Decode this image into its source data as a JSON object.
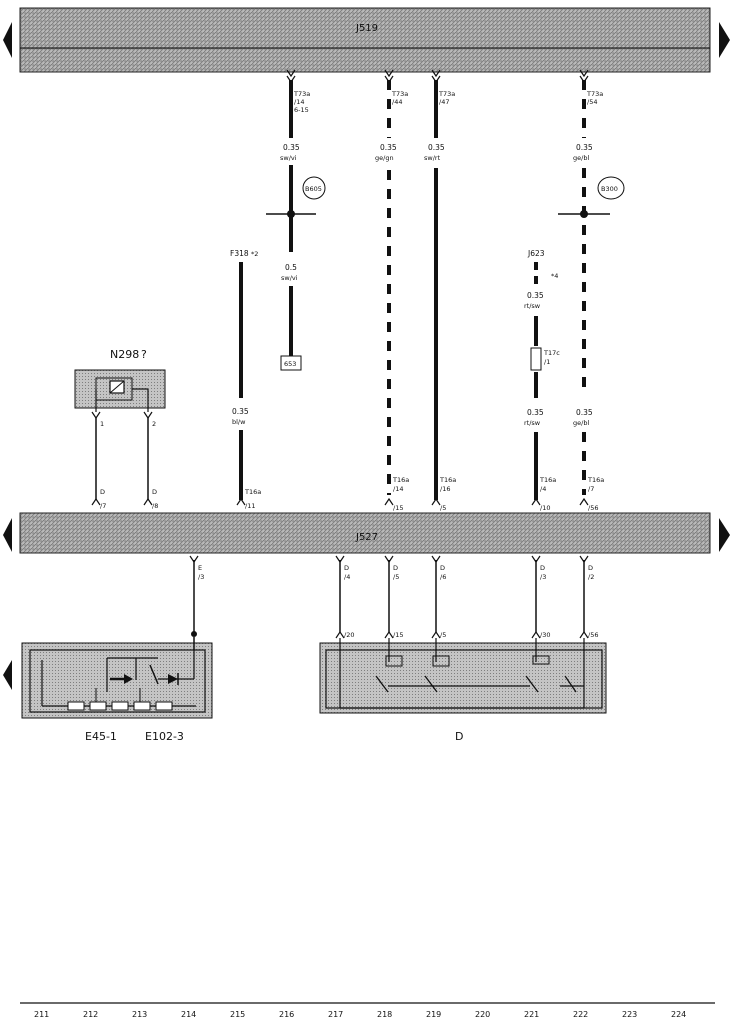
{
  "buses": {
    "top": "J519",
    "middle": "J527"
  },
  "wires": [
    {
      "id": "w1",
      "connector": "T73a",
      "pin": "/14",
      "extra": "6-15",
      "gauge": "0.35",
      "color": "sw/vi",
      "badge": "B605",
      "gauge2": "0.5",
      "color2": "sw/vi",
      "terminal": "653"
    },
    {
      "id": "w2",
      "connector": "T73a",
      "pin": "/44",
      "gauge": "0.35",
      "color": "ge/gn",
      "bottom_conn": "T16a",
      "bottom_pin": "/14",
      "bottom_pin2": "/15"
    },
    {
      "id": "w3",
      "connector": "T73a",
      "pin": "/47",
      "gauge": "0.35",
      "color": "sw/rt",
      "bottom_conn": "T16a",
      "bottom_pin": "/16",
      "bottom_pin2": "/5"
    },
    {
      "id": "w4",
      "connector": "T73a",
      "pin": "/54",
      "gauge": "0.35",
      "color": "ge/bl",
      "badge": "B300",
      "gauge2": "0.35",
      "color2": "ge/bl",
      "bottom_conn": "T16a",
      "bottom_pin": "/7",
      "bottom_pin2": "/56"
    },
    {
      "id": "w5",
      "label": "F318",
      "label_pin": "*2",
      "gauge": "0.35",
      "color": "bl/w",
      "bottom_conn": "T16a",
      "bottom_pin": "/11"
    },
    {
      "id": "w6",
      "top_label": "J623",
      "top_label_pin": "*4",
      "gauge": "0.35",
      "color": "rt/sw",
      "mid_conn": "T17c",
      "mid_pin": "/1",
      "gauge2": "0.35",
      "color2": "rt/sw",
      "bottom_conn": "T16a",
      "bottom_pin": "/4",
      "bottom_pin2": "/10"
    }
  ],
  "relay": {
    "name": "N298",
    "name_suffix": "?",
    "pin1": "1",
    "pin2": "2",
    "conn_a": "D",
    "conn_a_pin": "/7",
    "conn_b": "D",
    "conn_b_pin": "/8"
  },
  "mid_connectors": [
    {
      "conn": "E",
      "pin": "/3"
    },
    {
      "conn": "D",
      "pin": "/4",
      "lower": "/20"
    },
    {
      "conn": "D",
      "pin": "/5",
      "lower": "/15"
    },
    {
      "conn": "D",
      "pin": "/6",
      "lower": "/5"
    },
    {
      "conn": "D",
      "pin": "/3",
      "lower": "/30"
    },
    {
      "conn": "D",
      "pin": "/2",
      "lower": "/56"
    }
  ],
  "components": {
    "left_a": "E45-1",
    "left_b": "E102-3",
    "right": "D"
  },
  "footer_numbers": [
    "211",
    "212",
    "213",
    "214",
    "215",
    "216",
    "217",
    "218",
    "219",
    "220",
    "221",
    "222",
    "223",
    "224"
  ]
}
